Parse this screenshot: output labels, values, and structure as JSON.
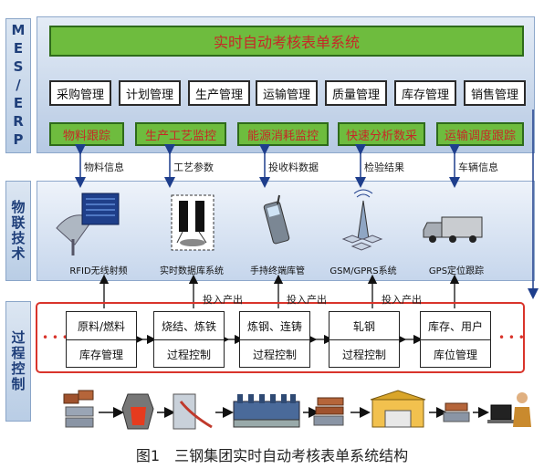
{
  "side_labels": {
    "mes": "MES/ERP",
    "iot": "物联技术",
    "process": "过程控制"
  },
  "title_bar": "实时自动考核表单系统",
  "erp_modules": [
    "采购管理",
    "计划管理",
    "生产管理",
    "运输管理",
    "质量管理",
    "库存管理",
    "销售管理"
  ],
  "mes_modules": [
    "物料跟踪",
    "生产工艺监控",
    "能源消耗监控",
    "快速分析数采",
    "运输调度跟踪"
  ],
  "flow_labels": [
    "物料信息",
    "工艺参数",
    "投收料数据",
    "检验结果",
    "车辆信息"
  ],
  "iot_items": [
    "RFID无线射频",
    "实时数据库系统",
    "手持终端库管",
    "GSM/GPRS系统",
    "GPS定位跟踪"
  ],
  "io_labels": [
    "投入产出",
    "投入产出",
    "投入产出"
  ],
  "process_boxes": [
    {
      "top": "原料/燃料",
      "bottom": "库存管理"
    },
    {
      "top": "烧结、炼铁",
      "bottom": "过程控制"
    },
    {
      "top": "炼钢、连铸",
      "bottom": "过程控制"
    },
    {
      "top": "轧钢",
      "bottom": "过程控制"
    },
    {
      "top": "库存、用户",
      "bottom": "库位管理"
    }
  ],
  "ellipsis": "• • •",
  "caption": "图1　三钢集团实时自动考核表单系统结构",
  "colors": {
    "green": "#6ebc3e",
    "red_text": "#c62828",
    "blue_panel": "#b6c9e3",
    "red_border": "#d9342b"
  }
}
